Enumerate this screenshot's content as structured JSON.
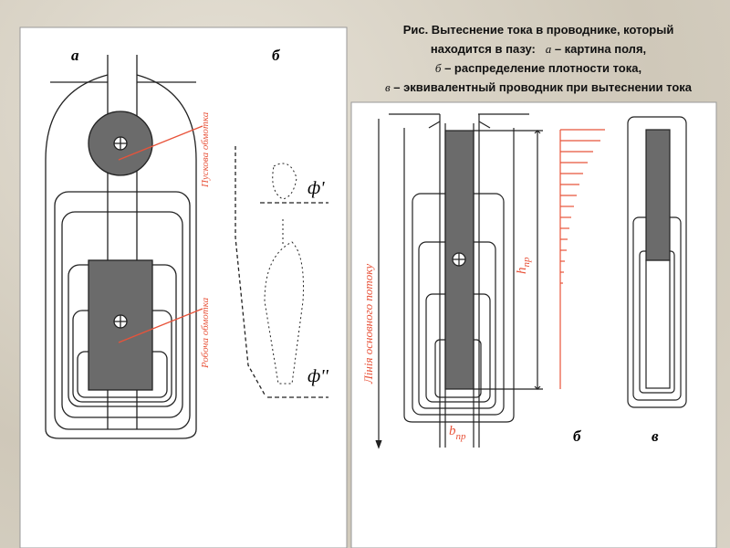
{
  "caption": {
    "line1": "Рис.  Вытеснение тока  в проводнике, который",
    "line2_text": "находится в пазу:",
    "line2_letter": "а",
    "line2_desc": " – картина поля,",
    "line3_letter": "б",
    "line3_desc": " – распределение плотности тока,",
    "line4_letter": "в",
    "line4_desc": " – эквивалентный проводник при вытеснении тока"
  },
  "left_panel": {
    "label_a": "а",
    "label_b": "б",
    "starting_winding": "Пускова обмотка",
    "working_winding": "Робоча обмотка",
    "phi1": "ф'",
    "phi2": "ф''"
  },
  "right_panel": {
    "flux_line": "Лінія основного потоку",
    "h_label": "h",
    "h_sub": "пр",
    "b_label": "b",
    "b_sub": "пр",
    "label_b": "б",
    "label_v": "в"
  },
  "colors": {
    "accent": "#e8533a",
    "conductor": "#6b6b6b"
  }
}
